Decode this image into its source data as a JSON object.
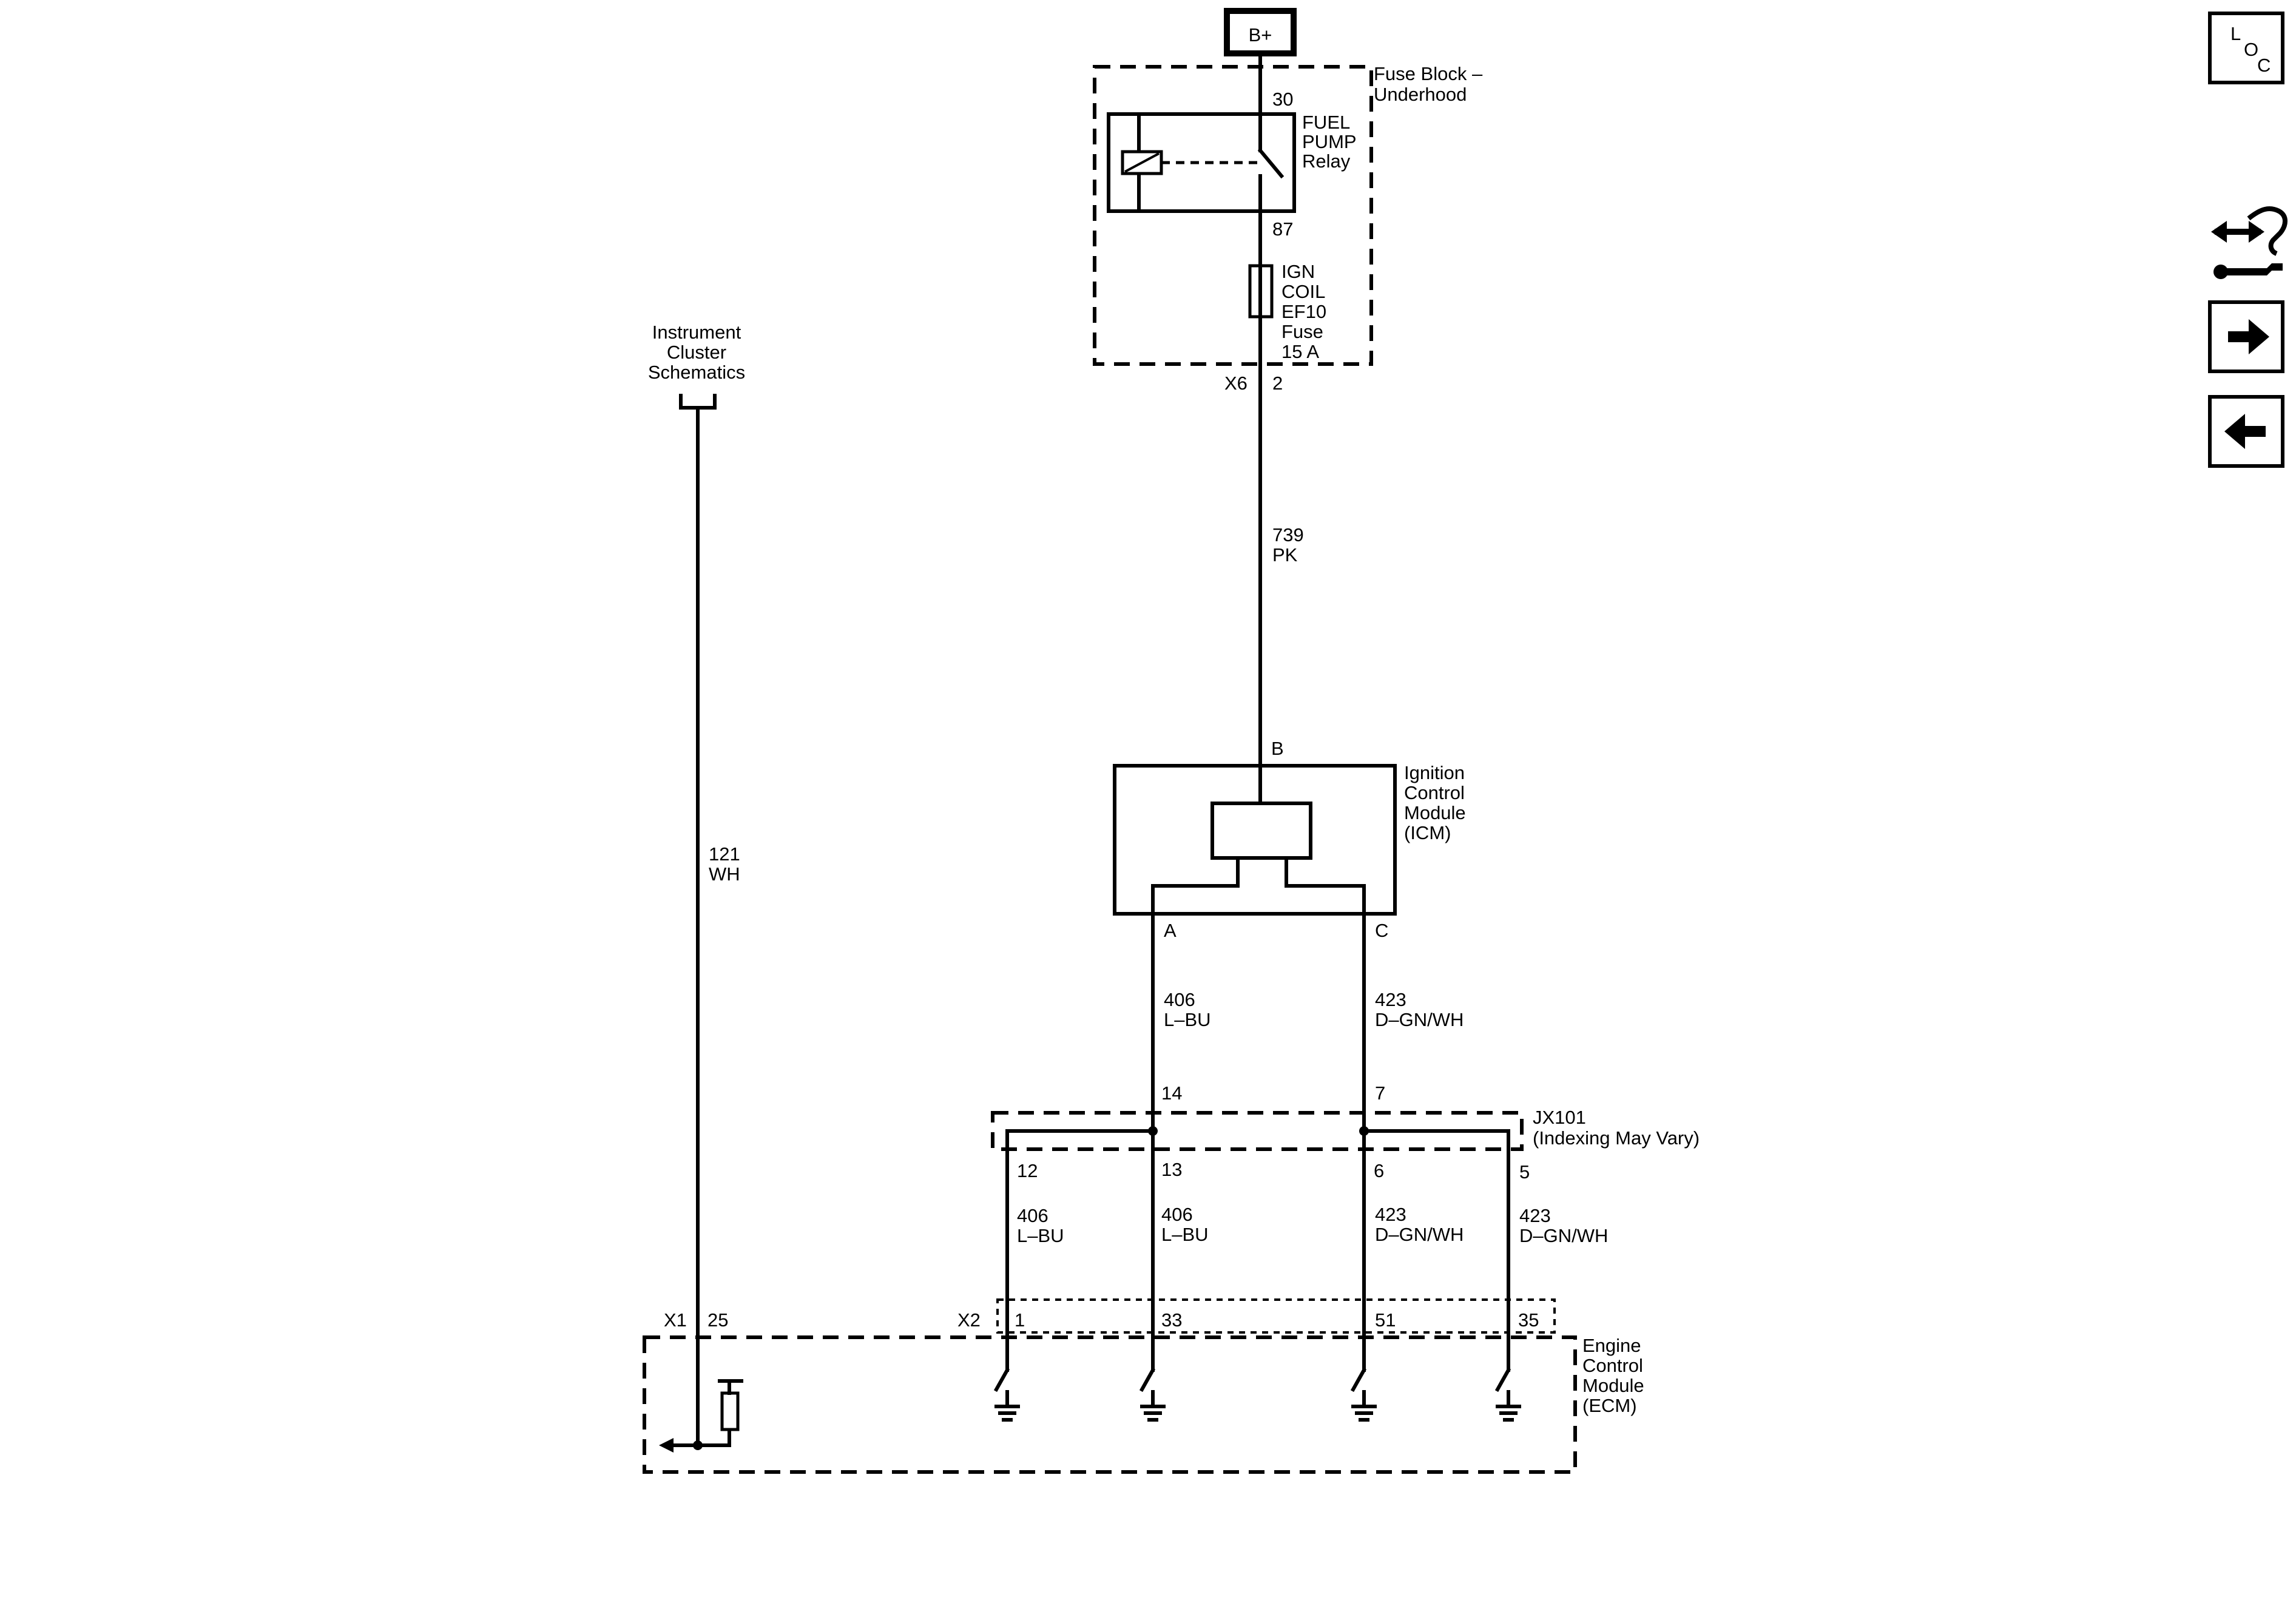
{
  "power": {
    "bplus": "B+"
  },
  "fuse_block": {
    "name_l1": "Fuse Block –",
    "name_l2": "Underhood",
    "relay": {
      "l1": "FUEL",
      "l2": "PUMP",
      "l3": "Relay",
      "pin_in": "30",
      "pin_out": "87"
    },
    "fuse": {
      "l1": "IGN",
      "l2": "COIL",
      "l3": "EF10",
      "l4": "Fuse",
      "l5": "15 A"
    },
    "connector": "X6",
    "pin": "2"
  },
  "wires": {
    "w739": {
      "num": "739",
      "color": "PK"
    },
    "w121": {
      "num": "121",
      "color": "WH"
    },
    "w406_a": {
      "num": "406",
      "color": "L–BU"
    },
    "w423_a": {
      "num": "423",
      "color": "D–GN/WH"
    },
    "w406_b": {
      "num": "406",
      "color": "L–BU"
    },
    "w406_c": {
      "num": "406",
      "color": "L–BU"
    },
    "w423_b": {
      "num": "423",
      "color": "D–GN/WH"
    },
    "w423_c": {
      "num": "423",
      "color": "D–GN/WH"
    }
  },
  "icm": {
    "l1": "Ignition",
    "l2": "Control",
    "l3": "Module",
    "l4": "(ICM)",
    "pin_b": "B",
    "pin_a": "A",
    "pin_c": "C"
  },
  "splice": {
    "name": "JX101",
    "note": "(Indexing May Vary)",
    "pin14": "14",
    "pin7": "7",
    "pin12": "12",
    "pin13": "13",
    "pin6": "6",
    "pin5": "5"
  },
  "instrument": {
    "l1": "Instrument",
    "l2": "Cluster",
    "l3": "Schematics"
  },
  "ecm": {
    "l1": "Engine",
    "l2": "Control",
    "l3": "Module",
    "l4": "(ECM)",
    "x1": "X1",
    "x1_pin": "25",
    "x2": "X2",
    "p1": "1",
    "p33": "33",
    "p51": "51",
    "p35": "35"
  },
  "nav": {
    "loc_l": "L",
    "loc_o": "O",
    "loc_c": "C",
    "tools_icon": "tools-icon",
    "forward_icon": "arrow-right-icon",
    "back_icon": "arrow-left-icon"
  }
}
